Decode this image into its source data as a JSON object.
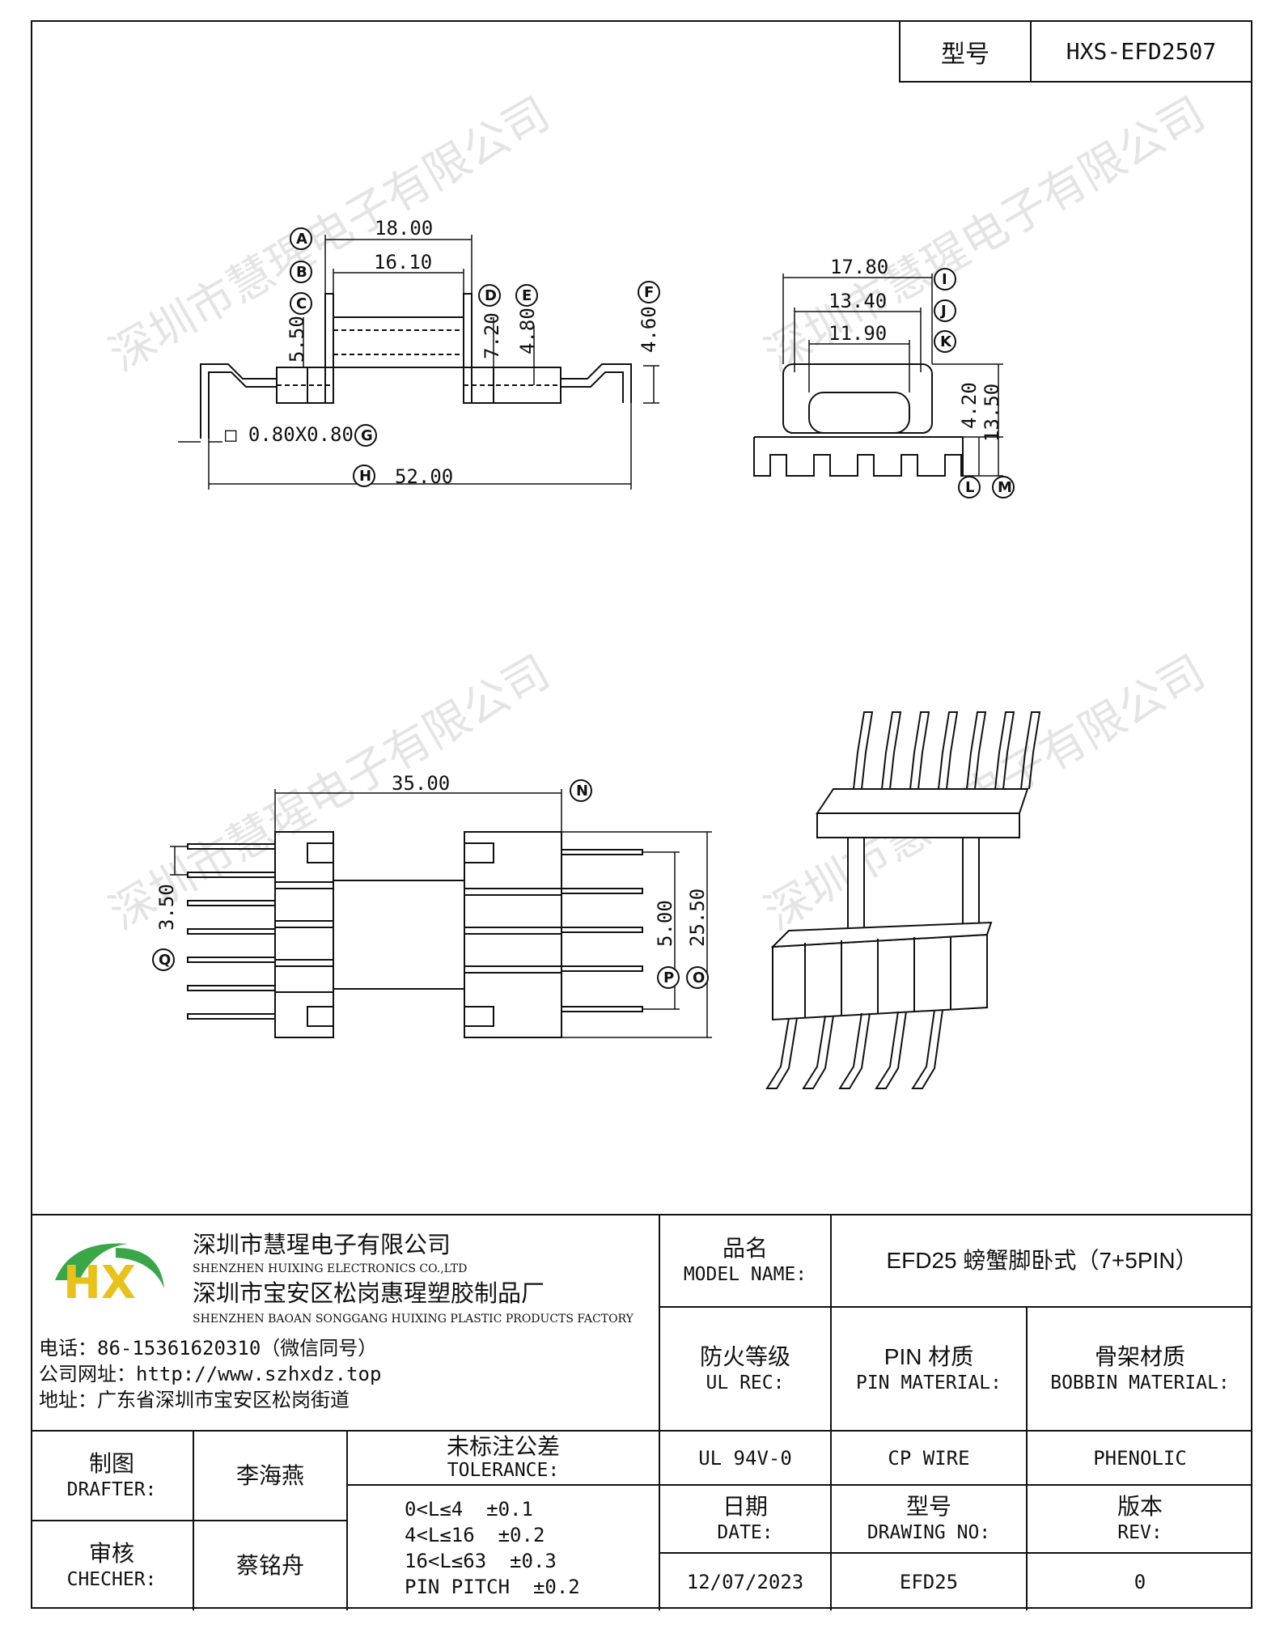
{
  "header": {
    "model_label": "型号",
    "model_value": "HXS-EFD2507"
  },
  "watermark": "深圳市慧瑆电子有限公司",
  "side_view": {
    "dims": {
      "a": "18.00",
      "b": "16.10",
      "c": "5.50",
      "d": "7.20",
      "e": "4.80",
      "f": "4.60",
      "g": "□ 0.80X0.80",
      "h": "52.00"
    },
    "bubbles": {
      "A": "A",
      "B": "B",
      "C": "C",
      "D": "D",
      "E": "E",
      "F": "F",
      "G": "G",
      "H": "H"
    }
  },
  "end_view": {
    "dims": {
      "i": "17.80",
      "j": "13.40",
      "k": "11.90",
      "l": "4.20",
      "m": "13.50"
    },
    "bubbles": {
      "I": "I",
      "J": "J",
      "K": "K",
      "L": "L",
      "M": "M"
    }
  },
  "top_view": {
    "dims": {
      "n": "35.00",
      "o": "25.50",
      "p": "5.00",
      "q": "3.50"
    },
    "bubbles": {
      "N": "N",
      "O": "O",
      "P": "P",
      "Q": "Q"
    }
  },
  "company": {
    "logo_text": "HX",
    "name_cn": "深圳市慧瑆电子有限公司",
    "name_en": "SHENZHEN HUIXING ELECTRONICS CO.,LTD",
    "factory_cn": "深圳市宝安区松岗惠瑆塑胶制品厂",
    "factory_en": "SHENZHEN BAOAN SONGGANG HUIXING PLASTIC PRODUCTS FACTORY",
    "phone": "电话：86-15361620310（微信同号）",
    "website": "公司网址：http://www.szhxdz.top",
    "address": "地址：广东省深圳市宝安区松岗街道"
  },
  "title_block": {
    "model_name_cn": "品名",
    "model_name_en": "MODEL NAME:",
    "model_name_value": "EFD25 螃蟹脚卧式（7+5PIN）",
    "ul_cn": "防火等级",
    "ul_en": "UL REC:",
    "pin_cn": "PIN 材质",
    "pin_en": "PIN MATERIAL:",
    "bobbin_cn": "骨架材质",
    "bobbin_en": "BOBBIN MATERIAL:",
    "ul_value": "UL 94V-0",
    "pin_value": "CP WIRE",
    "bobbin_value": "PHENOLIC",
    "drafter_cn": "制图",
    "drafter_en": "DRAFTER:",
    "drafter_name": "李海燕",
    "checker_cn": "审核",
    "checker_en": "CHECHER:",
    "checker_name": "蔡铭舟",
    "tolerance_cn": "未标注公差",
    "tolerance_en": "TOLERANCE:",
    "tolerance_lines": [
      "0<L≤4  ±0.1",
      "4<L≤16  ±0.2",
      "16<L≤63  ±0.3",
      "PIN PITCH  ±0.2"
    ],
    "date_cn": "日期",
    "date_en": "DATE:",
    "date_value": "12/07/2023",
    "drawing_cn": "型号",
    "drawing_en": "DRAWING NO:",
    "drawing_value": "EFD25",
    "rev_cn": "版本",
    "rev_en": "REV:",
    "rev_value": "0"
  }
}
